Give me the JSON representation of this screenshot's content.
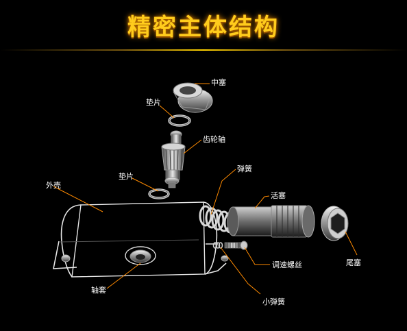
{
  "title": "精密主体结构",
  "accent_color": "#ff8a00",
  "title_color": "#ffcc1c",
  "parts": {
    "middle_plug": "中塞",
    "gasket_top": "垫片",
    "gear_shaft": "齿轮轴",
    "gasket_bottom": "垫片",
    "spring": "弹簧",
    "shell": "外壳",
    "piston": "活塞",
    "end_plug": "尾塞",
    "speed_screw": "调速螺丝",
    "bushing": "轴套",
    "small_spring": "小弹簧"
  }
}
